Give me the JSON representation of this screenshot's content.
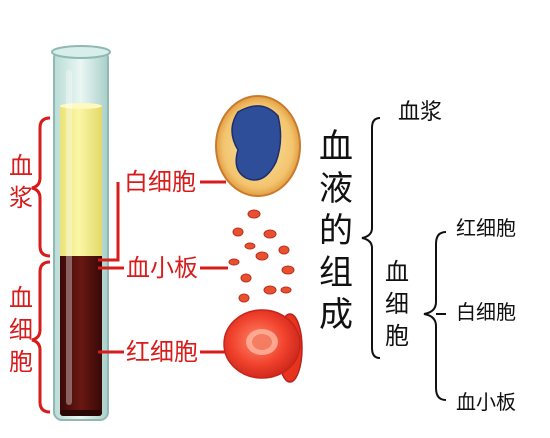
{
  "left_labels": {
    "plasma": "血浆",
    "blood_cells": "血细胞"
  },
  "cell_labels": {
    "white": "白细胞",
    "platelet": "血小板",
    "red": "红细胞"
  },
  "tree": {
    "root": "血液的组成",
    "plasma": "血浆",
    "cells": "血细胞",
    "cell_types": [
      "红细胞",
      "白细胞",
      "血小板"
    ]
  },
  "colors": {
    "label_red": "#d81b1b",
    "plasma_yellow": "#f4ef8a",
    "cells_dark": "#4a0f0c",
    "rbc_red": "#f0412c",
    "wbc_nucleus": "#2e4e9a"
  }
}
